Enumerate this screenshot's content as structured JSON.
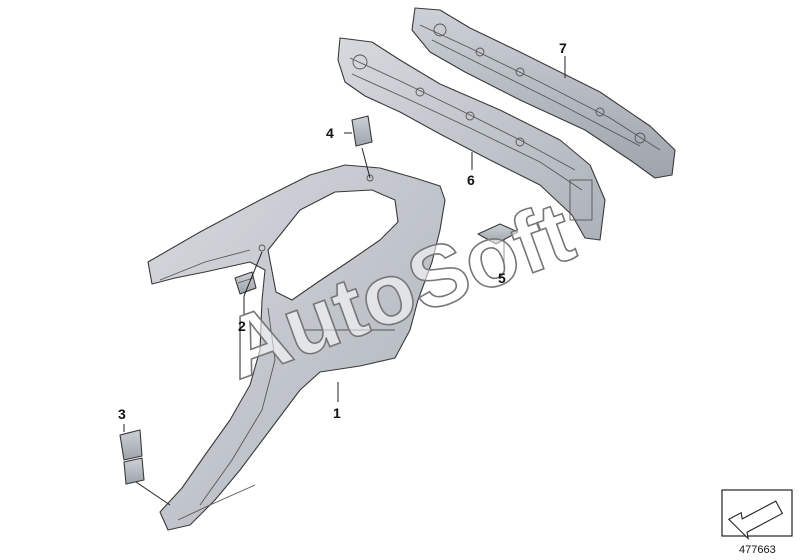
{
  "diagram": {
    "callouts": [
      "1",
      "2",
      "3",
      "4",
      "5",
      "6",
      "7"
    ],
    "watermark": "AutoSoft",
    "doc_id": "477663",
    "colors": {
      "part_fill": "#c8ccd3",
      "part_shade": "#a9aeb7",
      "outline": "#3a3a3a"
    },
    "icons": {
      "nav": "direction-arrow-icon"
    }
  }
}
